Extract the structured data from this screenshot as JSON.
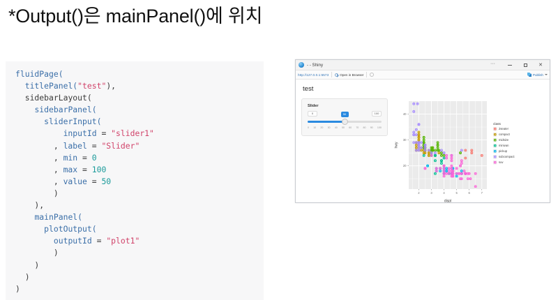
{
  "slide": {
    "title": "*Output()은 mainPanel()에 위치"
  },
  "code": {
    "language": "R",
    "lines": [
      [
        {
          "t": "fluidPage(",
          "c": "fn"
        }
      ],
      [
        {
          "t": "  ",
          "c": "plain"
        },
        {
          "t": "titlePanel(",
          "c": "fn"
        },
        {
          "t": "\"test\"",
          "c": "str"
        },
        {
          "t": "),",
          "c": "plain"
        }
      ],
      [
        {
          "t": "  ",
          "c": "plain"
        },
        {
          "t": "sidebarLayout(",
          "c": "plain"
        }
      ],
      [
        {
          "t": "    ",
          "c": "plain"
        },
        {
          "t": "sidebarPanel(",
          "c": "fn"
        }
      ],
      [
        {
          "t": "      ",
          "c": "plain"
        },
        {
          "t": "sliderInput(",
          "c": "fn"
        }
      ],
      [
        {
          "t": "          ",
          "c": "plain"
        },
        {
          "t": "inputId",
          "c": "arg"
        },
        {
          "t": " = ",
          "c": "plain"
        },
        {
          "t": "\"slider1\"",
          "c": "str"
        }
      ],
      [
        {
          "t": "        , ",
          "c": "plain"
        },
        {
          "t": "label",
          "c": "arg"
        },
        {
          "t": " = ",
          "c": "plain"
        },
        {
          "t": "\"Slider\"",
          "c": "str"
        }
      ],
      [
        {
          "t": "        , ",
          "c": "plain"
        },
        {
          "t": "min",
          "c": "arg"
        },
        {
          "t": " = ",
          "c": "plain"
        },
        {
          "t": "0",
          "c": "num"
        }
      ],
      [
        {
          "t": "        , ",
          "c": "plain"
        },
        {
          "t": "max",
          "c": "arg"
        },
        {
          "t": " = ",
          "c": "plain"
        },
        {
          "t": "100",
          "c": "num"
        }
      ],
      [
        {
          "t": "        , ",
          "c": "plain"
        },
        {
          "t": "value",
          "c": "arg"
        },
        {
          "t": " = ",
          "c": "plain"
        },
        {
          "t": "50",
          "c": "num"
        }
      ],
      [
        {
          "t": "        )",
          "c": "plain"
        }
      ],
      [
        {
          "t": "    ),",
          "c": "plain"
        }
      ],
      [
        {
          "t": "    ",
          "c": "plain"
        },
        {
          "t": "mainPanel(",
          "c": "fn"
        }
      ],
      [
        {
          "t": "      ",
          "c": "plain"
        },
        {
          "t": "plotOutput(",
          "c": "fn"
        }
      ],
      [
        {
          "t": "        ",
          "c": "plain"
        },
        {
          "t": "outputId",
          "c": "arg"
        },
        {
          "t": " = ",
          "c": "plain"
        },
        {
          "t": "\"plot1\"",
          "c": "str"
        }
      ],
      [
        {
          "t": "        )",
          "c": "plain"
        }
      ],
      [
        {
          "t": "    )",
          "c": "plain"
        }
      ],
      [
        {
          "t": "  )",
          "c": "plain"
        }
      ],
      [
        {
          "t": ")",
          "c": "plain"
        }
      ]
    ]
  },
  "shiny_window": {
    "titlebar": {
      "title": "- - Shiny",
      "app_icon": "shiny-globe-icon",
      "more_label": "···",
      "minimize_label": "minimize-icon",
      "maximize_label": "maximize-icon",
      "close_label": "✕"
    },
    "toolbar": {
      "url": "http://127.0.0.1:5573",
      "open_in_browser": "Open in Browser",
      "refresh": "refresh-icon",
      "publish": "Publish"
    },
    "app": {
      "title": "test",
      "slider": {
        "label": "Slider",
        "min": "0",
        "max": "100",
        "value": "50",
        "ticks": [
          "0",
          "10",
          "20",
          "30",
          "40",
          "50",
          "60",
          "70",
          "80",
          "90",
          "100"
        ]
      }
    }
  },
  "chart_data": {
    "type": "scatter",
    "title": "",
    "xlabel": "displ",
    "ylabel": "hwy",
    "xlim": [
      1.2,
      7.4
    ],
    "ylim": [
      11,
      45
    ],
    "xticks": [
      2,
      3,
      4,
      5,
      6,
      7
    ],
    "yticks": [
      20,
      30,
      40
    ],
    "grid": true,
    "panel_background": "#ebebeb",
    "grid_color": "#ffffff",
    "legend": {
      "title": "class",
      "position": "right",
      "entries": [
        {
          "label": "2seater",
          "color": "#F8766D"
        },
        {
          "label": "compact",
          "color": "#C49A00"
        },
        {
          "label": "midsize",
          "color": "#53B400"
        },
        {
          "label": "minivan",
          "color": "#00C094"
        },
        {
          "label": "pickup",
          "color": "#00B6EB"
        },
        {
          "label": "subcompact",
          "color": "#A58AFF"
        },
        {
          "label": "suv",
          "color": "#FB61D7"
        }
      ]
    },
    "series": [
      {
        "name": "2seater",
        "color": "#F8766D",
        "points": [
          [
            5.7,
            26
          ],
          [
            5.7,
            23
          ],
          [
            6.2,
            26
          ],
          [
            6.2,
            25
          ],
          [
            7.0,
            24
          ]
        ]
      },
      {
        "name": "compact",
        "color": "#C49A00",
        "points": [
          [
            1.8,
            29
          ],
          [
            1.8,
            29
          ],
          [
            2.0,
            31
          ],
          [
            2.0,
            30
          ],
          [
            1.8,
            26
          ],
          [
            1.8,
            26
          ],
          [
            2.0,
            27
          ],
          [
            2.0,
            26
          ],
          [
            2.8,
            24
          ],
          [
            2.8,
            24
          ],
          [
            3.1,
            26
          ],
          [
            1.8,
            28
          ],
          [
            1.8,
            27
          ],
          [
            2.0,
            29
          ],
          [
            2.0,
            29
          ],
          [
            2.8,
            26
          ],
          [
            2.8,
            26
          ],
          [
            3.1,
            27
          ],
          [
            2.4,
            27
          ],
          [
            2.4,
            26
          ],
          [
            2.5,
            28
          ],
          [
            2.5,
            26
          ],
          [
            3.3,
            24
          ],
          [
            2.0,
            33
          ],
          [
            2.0,
            32
          ],
          [
            2.0,
            32
          ],
          [
            2.0,
            29
          ],
          [
            2.5,
            27
          ],
          [
            2.5,
            26
          ],
          [
            2.2,
            27
          ],
          [
            2.2,
            26
          ],
          [
            2.4,
            25
          ],
          [
            2.4,
            27
          ],
          [
            2.5,
            26
          ],
          [
            2.5,
            25
          ],
          [
            2.5,
            26
          ],
          [
            3.0,
            25
          ],
          [
            3.0,
            24
          ],
          [
            3.3,
            24
          ],
          [
            2.0,
            31
          ],
          [
            2.0,
            30
          ],
          [
            2.0,
            28
          ],
          [
            2.8,
            25
          ],
          [
            2.8,
            25
          ],
          [
            3.6,
            25
          ]
        ]
      },
      {
        "name": "midsize",
        "color": "#53B400",
        "points": [
          [
            2.4,
            29
          ],
          [
            2.4,
            29
          ],
          [
            2.4,
            28
          ],
          [
            2.4,
            27
          ],
          [
            3.1,
            26
          ],
          [
            3.5,
            26
          ],
          [
            3.6,
            26
          ],
          [
            2.4,
            28
          ],
          [
            2.4,
            27
          ],
          [
            3.0,
            26
          ],
          [
            3.0,
            25
          ],
          [
            3.5,
            28
          ],
          [
            3.5,
            27
          ],
          [
            3.1,
            27
          ],
          [
            3.1,
            26
          ],
          [
            3.8,
            25
          ],
          [
            3.8,
            24
          ],
          [
            4.0,
            24
          ],
          [
            2.4,
            31
          ],
          [
            2.4,
            30
          ],
          [
            2.4,
            29
          ],
          [
            2.4,
            28
          ],
          [
            3.0,
            27
          ],
          [
            3.0,
            26
          ],
          [
            3.3,
            26
          ],
          [
            3.5,
            29
          ],
          [
            3.5,
            28
          ],
          [
            5.3,
            25
          ],
          [
            2.5,
            27
          ],
          [
            2.5,
            26
          ]
        ]
      },
      {
        "name": "minivan",
        "color": "#00C094",
        "points": [
          [
            2.4,
            24
          ],
          [
            3.0,
            24
          ],
          [
            3.3,
            24
          ],
          [
            3.3,
            22
          ],
          [
            3.3,
            24
          ],
          [
            3.3,
            24
          ],
          [
            3.3,
            17
          ],
          [
            3.8,
            22
          ],
          [
            3.8,
            21
          ],
          [
            4.0,
            23
          ],
          [
            3.8,
            22
          ]
        ]
      },
      {
        "name": "pickup",
        "color": "#00B6EB",
        "points": [
          [
            2.7,
            20
          ],
          [
            2.7,
            20
          ],
          [
            3.4,
            19
          ],
          [
            3.4,
            18
          ],
          [
            4.0,
            20
          ],
          [
            4.0,
            17
          ],
          [
            4.7,
            19
          ],
          [
            4.7,
            19
          ],
          [
            4.7,
            18
          ],
          [
            5.7,
            17
          ],
          [
            5.7,
            17
          ],
          [
            4.0,
            19
          ],
          [
            4.0,
            18
          ],
          [
            4.6,
            17
          ],
          [
            5.0,
            17
          ],
          [
            4.2,
            19
          ],
          [
            4.2,
            18
          ],
          [
            4.4,
            17
          ],
          [
            4.4,
            17
          ],
          [
            4.6,
            17
          ],
          [
            5.4,
            17
          ],
          [
            5.4,
            18
          ],
          [
            4.0,
            18
          ],
          [
            4.0,
            17
          ],
          [
            4.6,
            17
          ],
          [
            5.0,
            16
          ],
          [
            4.2,
            18
          ],
          [
            4.6,
            17
          ],
          [
            5.4,
            17
          ],
          [
            3.7,
            19
          ],
          [
            3.7,
            18
          ],
          [
            4.0,
            17
          ],
          [
            4.0,
            17
          ]
        ]
      },
      {
        "name": "subcompact",
        "color": "#A58AFF",
        "points": [
          [
            1.6,
            33
          ],
          [
            1.6,
            32
          ],
          [
            1.6,
            32
          ],
          [
            1.6,
            29
          ],
          [
            1.8,
            32
          ],
          [
            1.8,
            34
          ],
          [
            2.0,
            36
          ],
          [
            2.0,
            36
          ],
          [
            2.2,
            29
          ],
          [
            2.2,
            27
          ],
          [
            2.5,
            28
          ],
          [
            2.5,
            26
          ],
          [
            2.0,
            29
          ],
          [
            2.0,
            29
          ],
          [
            2.0,
            28
          ],
          [
            3.8,
            26
          ],
          [
            4.0,
            25
          ],
          [
            4.6,
            24
          ],
          [
            5.4,
            26
          ],
          [
            1.6,
            44
          ],
          [
            1.6,
            41
          ],
          [
            1.8,
            29
          ],
          [
            1.8,
            26
          ],
          [
            2.0,
            28
          ],
          [
            2.0,
            27
          ],
          [
            2.8,
            26
          ],
          [
            3.0,
            25
          ],
          [
            3.3,
            25
          ],
          [
            1.9,
            44
          ],
          [
            2.0,
            29
          ],
          [
            2.0,
            26
          ],
          [
            2.5,
            28
          ],
          [
            2.5,
            27
          ]
        ]
      },
      {
        "name": "suv",
        "color": "#FB61D7",
        "points": [
          [
            4.2,
            23
          ],
          [
            4.2,
            24
          ],
          [
            4.6,
            22
          ],
          [
            4.6,
            23
          ],
          [
            4.6,
            24
          ],
          [
            5.4,
            22
          ],
          [
            5.4,
            21
          ],
          [
            3.0,
            24
          ],
          [
            3.7,
            19
          ],
          [
            4.0,
            18
          ],
          [
            4.7,
            18
          ],
          [
            4.7,
            17
          ],
          [
            4.7,
            17
          ],
          [
            5.2,
            17
          ],
          [
            5.7,
            17
          ],
          [
            5.9,
            15
          ],
          [
            4.7,
            18
          ],
          [
            5.2,
            17
          ],
          [
            5.7,
            17
          ],
          [
            5.9,
            17
          ],
          [
            4.6,
            19
          ],
          [
            5.4,
            17
          ],
          [
            4.0,
            20
          ],
          [
            4.0,
            20
          ],
          [
            4.6,
            20
          ],
          [
            5.0,
            19
          ],
          [
            4.0,
            19
          ],
          [
            4.0,
            17
          ],
          [
            4.6,
            18
          ],
          [
            5.0,
            17
          ],
          [
            4.4,
            19
          ],
          [
            4.4,
            18
          ],
          [
            4.6,
            17
          ],
          [
            5.4,
            17
          ],
          [
            6.5,
            17
          ],
          [
            5.6,
            18
          ],
          [
            5.7,
            17
          ],
          [
            6.0,
            17
          ],
          [
            5.3,
            20
          ],
          [
            5.3,
            15
          ],
          [
            5.3,
            20
          ],
          [
            5.7,
            17
          ],
          [
            6.5,
            12
          ],
          [
            2.5,
            19
          ],
          [
            2.5,
            19
          ],
          [
            3.4,
            19
          ],
          [
            3.4,
            18
          ],
          [
            4.0,
            17
          ],
          [
            4.7,
            17
          ],
          [
            4.7,
            16
          ],
          [
            4.7,
            16
          ],
          [
            5.7,
            17
          ],
          [
            6.1,
            15
          ],
          [
            4.0,
            16
          ],
          [
            4.2,
            17
          ],
          [
            4.4,
            17
          ],
          [
            4.6,
            16
          ],
          [
            5.4,
            15
          ]
        ]
      }
    ]
  }
}
